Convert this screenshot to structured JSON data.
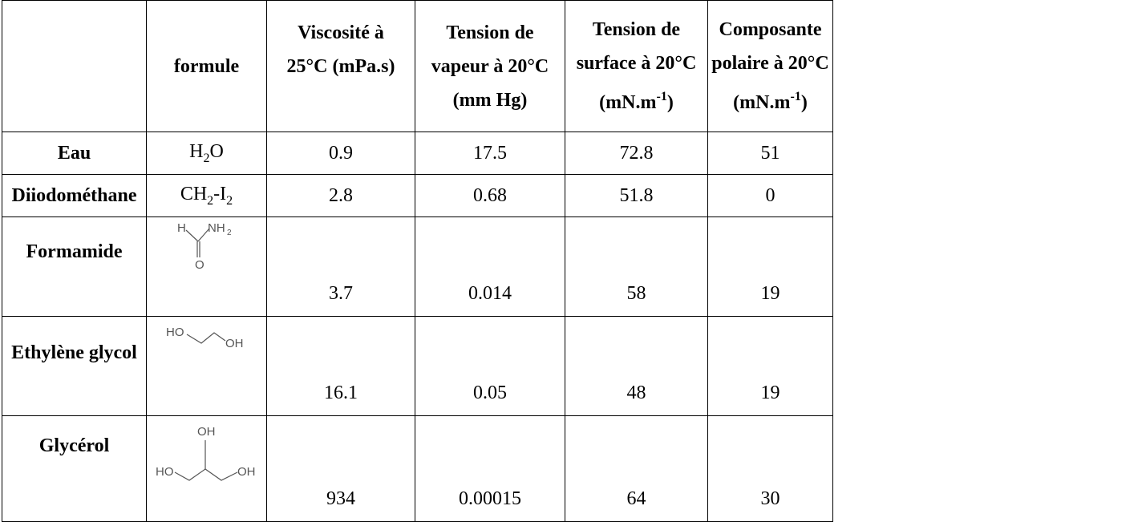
{
  "header": {
    "col1": "",
    "col2": "formule",
    "col3_l1": "Viscosité à",
    "col3_l2": "25°C (mPa.s)",
    "col4_l1": "Tension de",
    "col4_l2": "vapeur à 20°C",
    "col4_l3": "(mm Hg)",
    "col5_l1": "Tension de",
    "col5_l2": "surface à 20°C",
    "col5_l3a": "(mN.m",
    "col5_l3sup": "-1",
    "col5_l3b": ")",
    "col6_l1": "Composante",
    "col6_l2": "polaire à 20°C",
    "col6_l3a": "(mN.m",
    "col6_l3sup": "-1",
    "col6_l3b": ")"
  },
  "rows": [
    {
      "name": "Eau",
      "formula": {
        "a": "H",
        "sub1": "2",
        "b": "O"
      },
      "viscosite": "0.9",
      "vapeur": "17.5",
      "surface": "72.8",
      "polaire": "51"
    },
    {
      "name": "Diiodométhane",
      "formula": {
        "a": "CH",
        "sub1": "2",
        "b": "-I",
        "sub2": "2"
      },
      "viscosite": "2.8",
      "vapeur": "0.68",
      "surface": "51.8",
      "polaire": "0"
    },
    {
      "name": "Formamide",
      "structure": {
        "h": "H",
        "nh": "NH",
        "nh_sub": "2",
        "o": "O"
      },
      "viscosite": "3.7",
      "vapeur": "0.014",
      "surface": "58",
      "polaire": "19"
    },
    {
      "name": "Ethylène glycol",
      "structure": {
        "ho": "HO",
        "oh": "OH"
      },
      "viscosite": "16.1",
      "vapeur": "0.05",
      "surface": "48",
      "polaire": "19"
    },
    {
      "name": "Glycérol",
      "structure": {
        "ho": "HO",
        "oh_top": "OH",
        "oh_right": "OH"
      },
      "viscosite": "934",
      "vapeur": "0.00015",
      "surface": "64",
      "polaire": "30"
    }
  ],
  "colors": {
    "border": "#000000",
    "text": "#000000",
    "structure": "#555555"
  }
}
